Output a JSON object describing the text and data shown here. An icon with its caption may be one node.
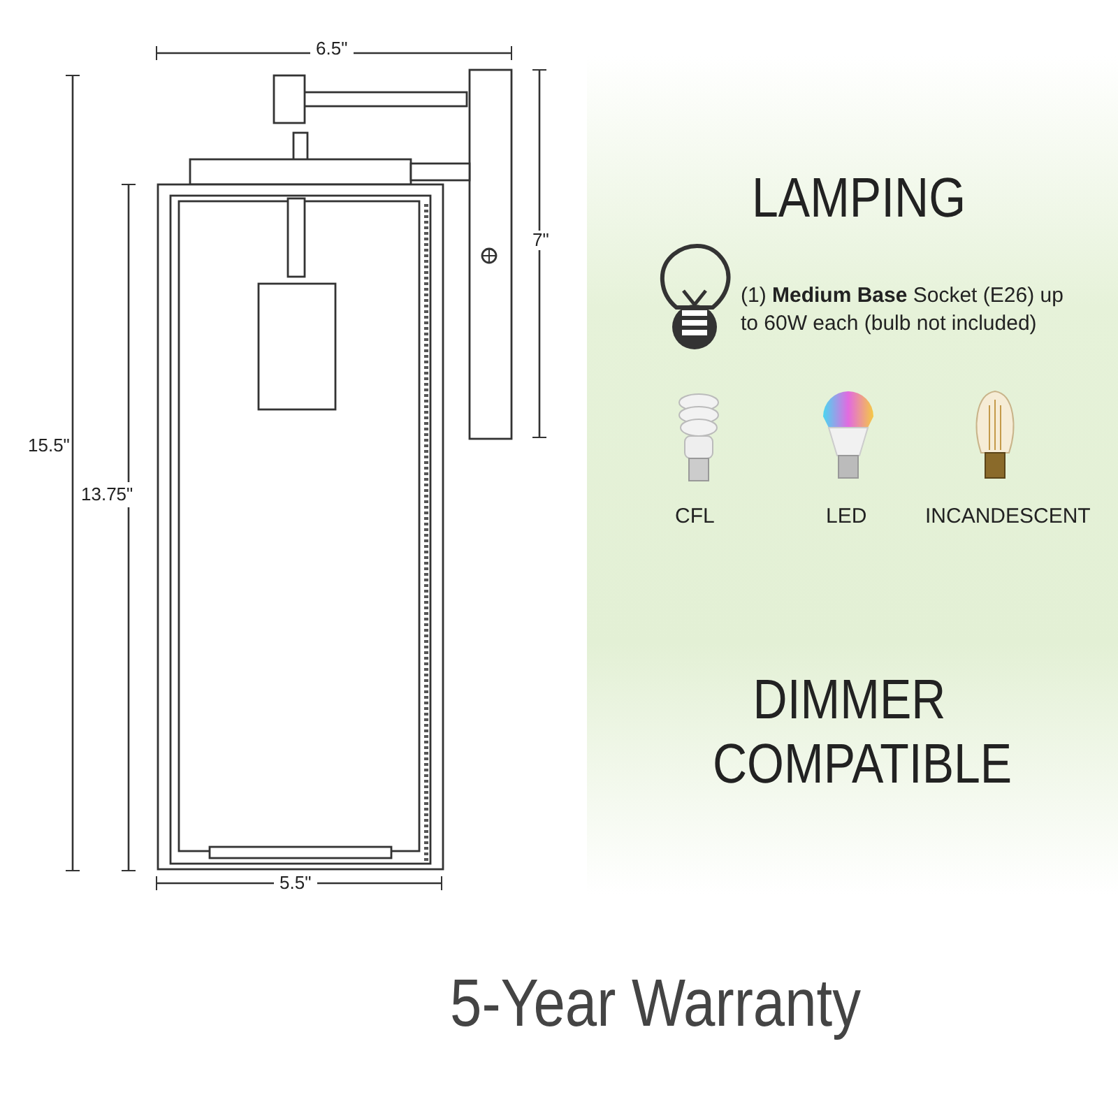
{
  "diagram": {
    "labels": [
      "6.5\"",
      "7\"",
      "15.5\"",
      "13.75\"",
      "5.5\"",
      "LAMPING",
      "(1) **Medium Base** Socket (E26) up to 60W each (bulb not included)",
      "CFL",
      "LED",
      "INCANDESCENT",
      "DIMMER COMPATIBLE",
      "5-Year Warranty"
    ]
  }
}
